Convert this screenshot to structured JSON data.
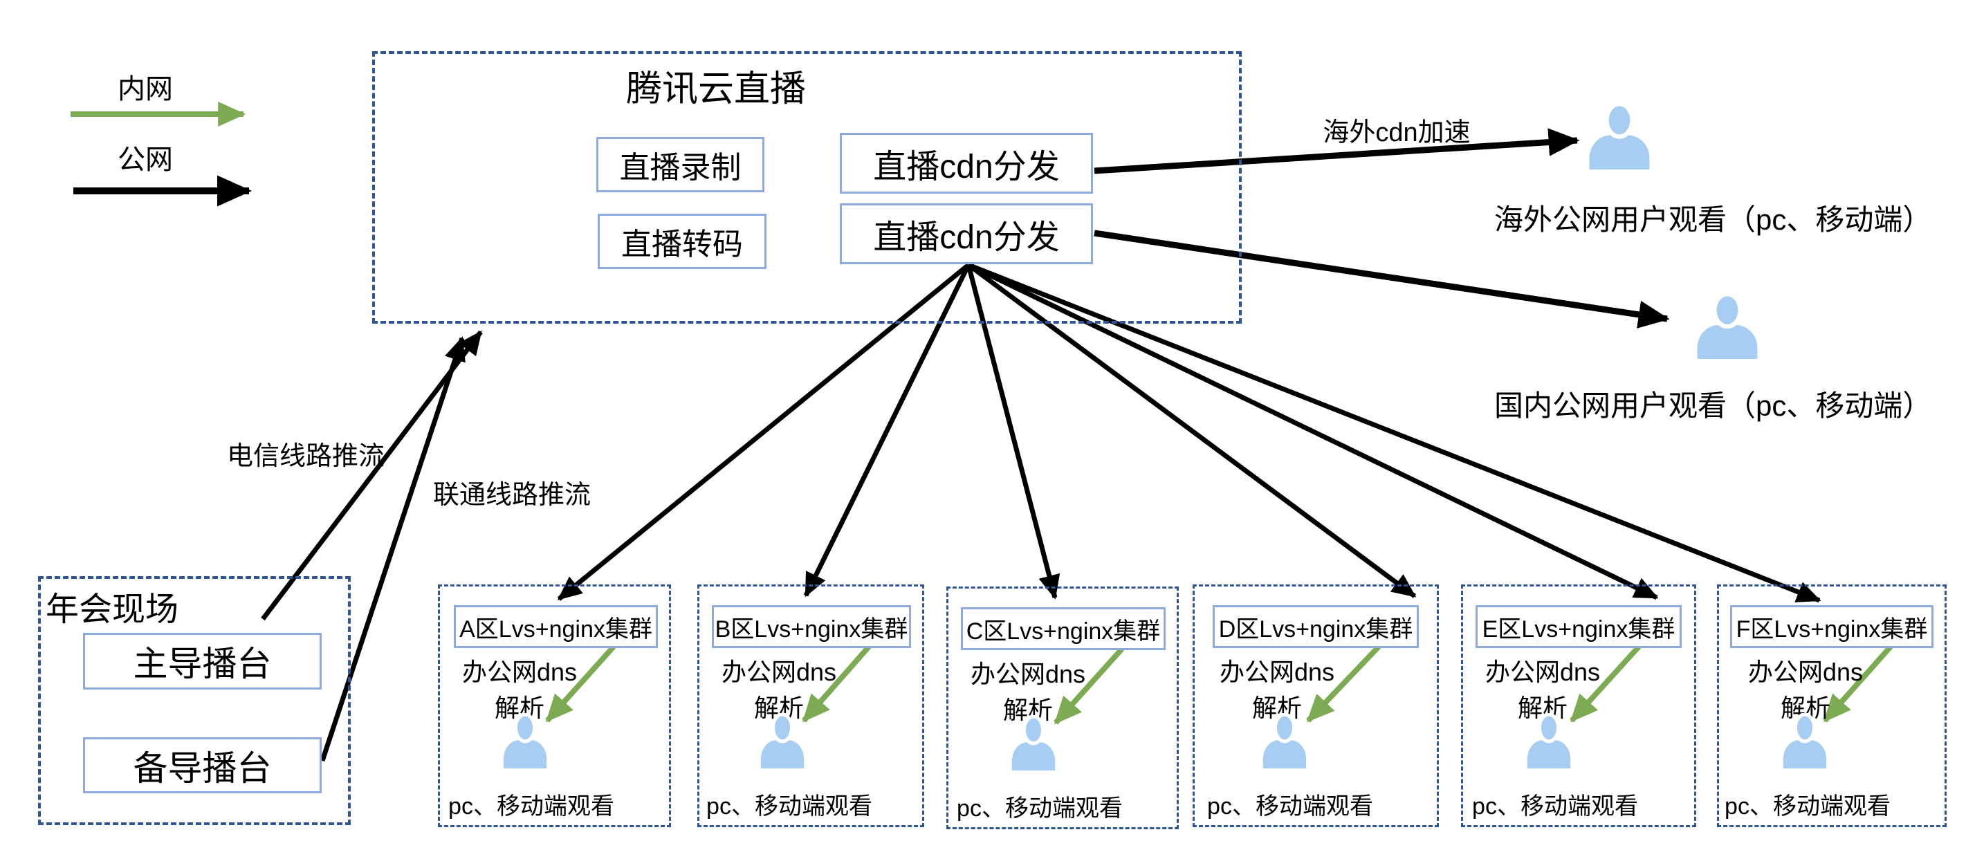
{
  "legend": {
    "intranet_label": "内网",
    "public_label": "公网",
    "intranet_color": "#7CAB53",
    "public_color": "#000000"
  },
  "cloud": {
    "title": "腾讯云直播",
    "record_box": "直播录制",
    "transcode_box": "直播转码",
    "cdn_box_top": "直播cdn分发",
    "cdn_box_bottom": "直播cdn分发"
  },
  "venue": {
    "title": "年会现场",
    "primary_studio": "主导播台",
    "backup_studio": "备导播台"
  },
  "links": {
    "telecom_push": "电信线路推流",
    "unicom_push": "联通线路推流",
    "overseas_cdn": "海外cdn加速"
  },
  "viewers": {
    "overseas": "海外公网用户观看（pc、移动端）",
    "domestic": "国内公网用户观看（pc、移动端）"
  },
  "clusters": [
    {
      "name": "A区Lvs+nginx集群",
      "dns_line1": "办公网dns",
      "dns_line2": "解析",
      "watch": "pc、移动端观看"
    },
    {
      "name": "B区Lvs+nginx集群",
      "dns_line1": "办公网dns",
      "dns_line2": "解析",
      "watch": "pc、移动端观看"
    },
    {
      "name": "C区Lvs+nginx集群",
      "dns_line1": "办公网dns",
      "dns_line2": "解析",
      "watch": "pc、移动端观看"
    },
    {
      "name": "D区Lvs+nginx集群",
      "dns_line1": "办公网dns",
      "dns_line2": "解析",
      "watch": "pc、移动端观看"
    },
    {
      "name": "E区Lvs+nginx集群",
      "dns_line1": "办公网dns",
      "dns_line2": "解析",
      "watch": "pc、移动端观看"
    },
    {
      "name": "F区Lvs+nginx集群",
      "dns_line1": "办公网dns",
      "dns_line2": "解析",
      "watch": "pc、移动端观看"
    }
  ],
  "colors": {
    "dashed_border": "#2F5597",
    "solid_box_border": "#8EA9DB",
    "intranet_green": "#7CAB53",
    "public_black": "#000000",
    "person_blue": "#A7CDF2"
  }
}
